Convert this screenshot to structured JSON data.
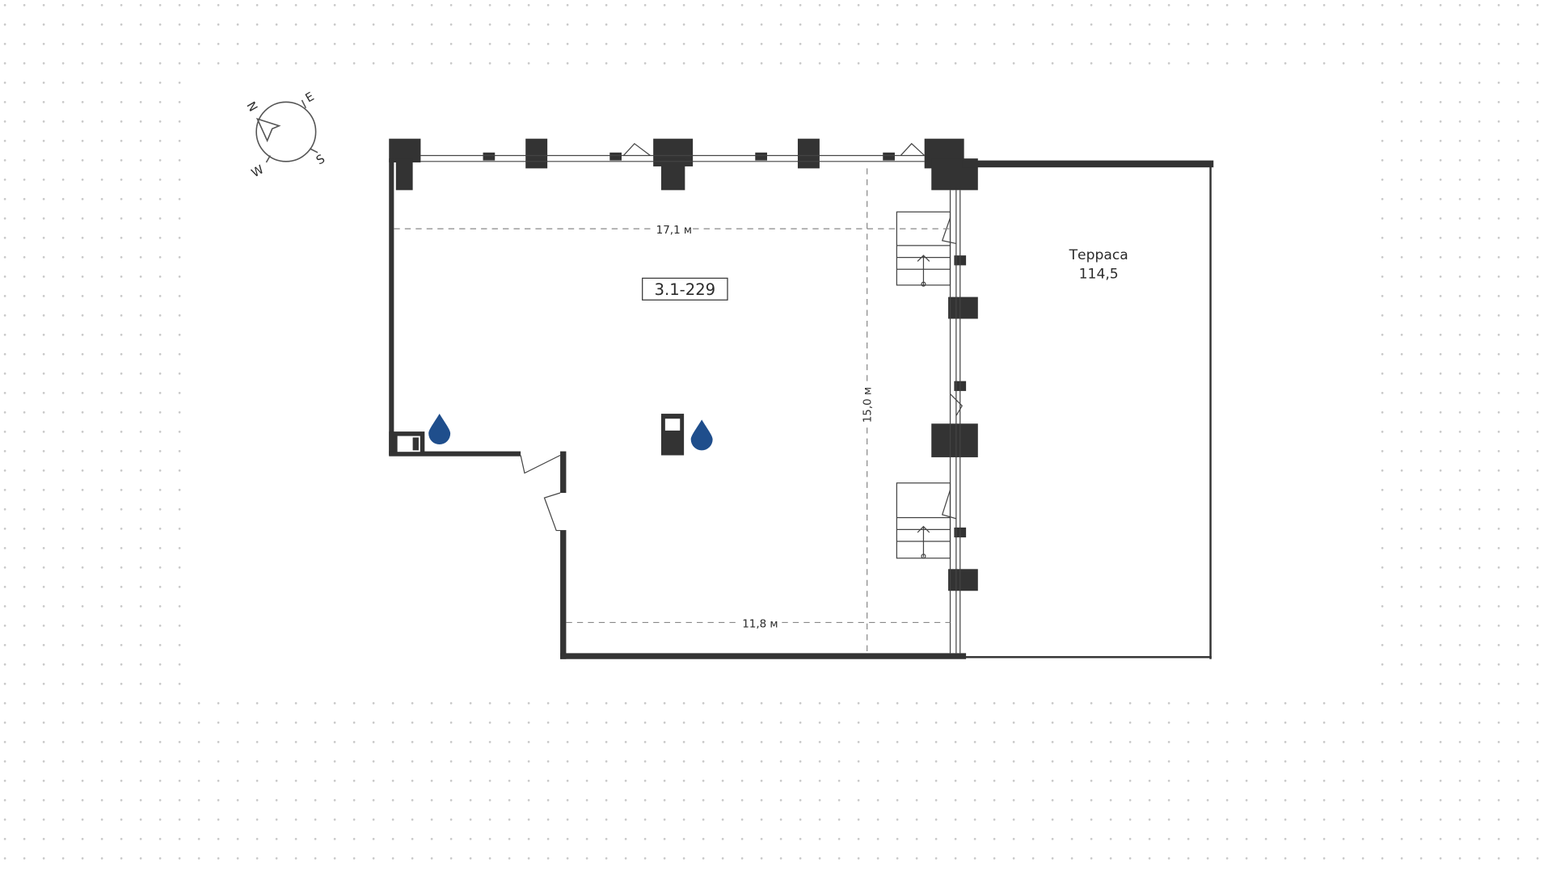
{
  "plan": {
    "unit_label": "3.1-229",
    "terrace_label": "Терраса",
    "terrace_area": "114,5",
    "dim_top": "17,1 м",
    "dim_vertical": "15,0 м",
    "dim_bottom": "11,8 м"
  },
  "compass": {
    "n": "N",
    "e": "E",
    "s": "S",
    "w": "W"
  },
  "colors": {
    "wall": "#333333",
    "water": "#1f4e8c",
    "dots": "#c8c8c8"
  }
}
